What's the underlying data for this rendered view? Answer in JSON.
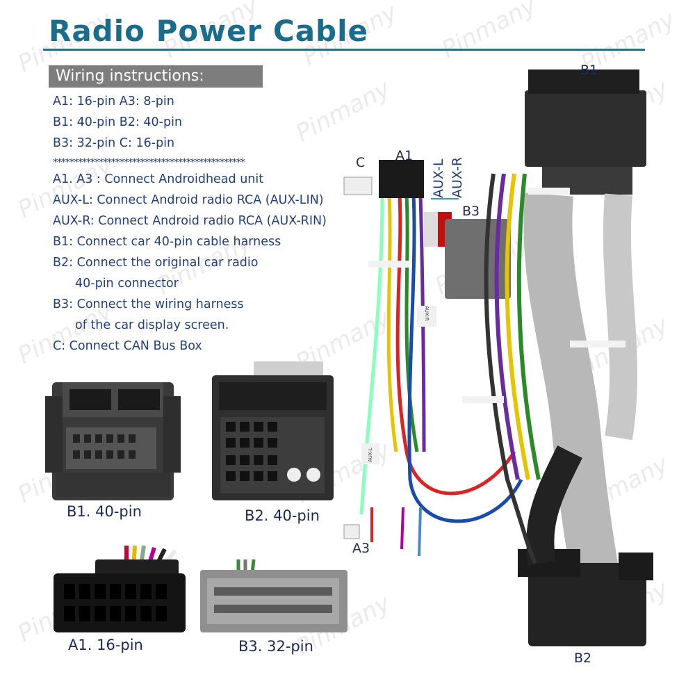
{
  "title": "Radio Power Cable",
  "instructions_header": "Wiring instructions:",
  "instructions": [
    "A1:  16-pin  A3: 8-pin",
    "B1: 40-pin  B2: 40-pin",
    "B3: 32-pin   C: 16-pin",
    "A1. A3 : Connect Androidhead unit",
    "AUX-L: Connect Android radio RCA (AUX-LIN)",
    "AUX-R: Connect Android radio RCA (AUX-RIN)",
    "B1: Connect car 40-pin cable harness",
    "B2: Connect the original car radio",
    "40-pin connector",
    "B3: Connect the wiring harness",
    "of the car display screen.",
    "C: Connect CAN Bus Box"
  ],
  "separator": "**********************************************",
  "connector_labels": {
    "b1_40": "B1. 40-pin",
    "b2_40": "B2. 40-pin",
    "a1_16": "A1. 16-pin",
    "b3_32": "B3. 32-pin"
  },
  "harness_labels": {
    "c": "C",
    "a1": "A1",
    "aux_l": "AUX-L",
    "aux_r": "AUX-R",
    "b3": "B3",
    "b1": "B1",
    "a3": "A3",
    "b2": "B2",
    "tag_aux_r": "AUX-R",
    "tag_aux_l": "AUX-L"
  },
  "watermark": "Pinmany",
  "colors": {
    "title": "#1a6c8c",
    "text": "#213f7d",
    "header_bg": "#7d7d7d",
    "connector_dark": "#2b2b2b",
    "connector_grey": "#8a8a8a",
    "wire_grey": "#b8b8b8"
  }
}
